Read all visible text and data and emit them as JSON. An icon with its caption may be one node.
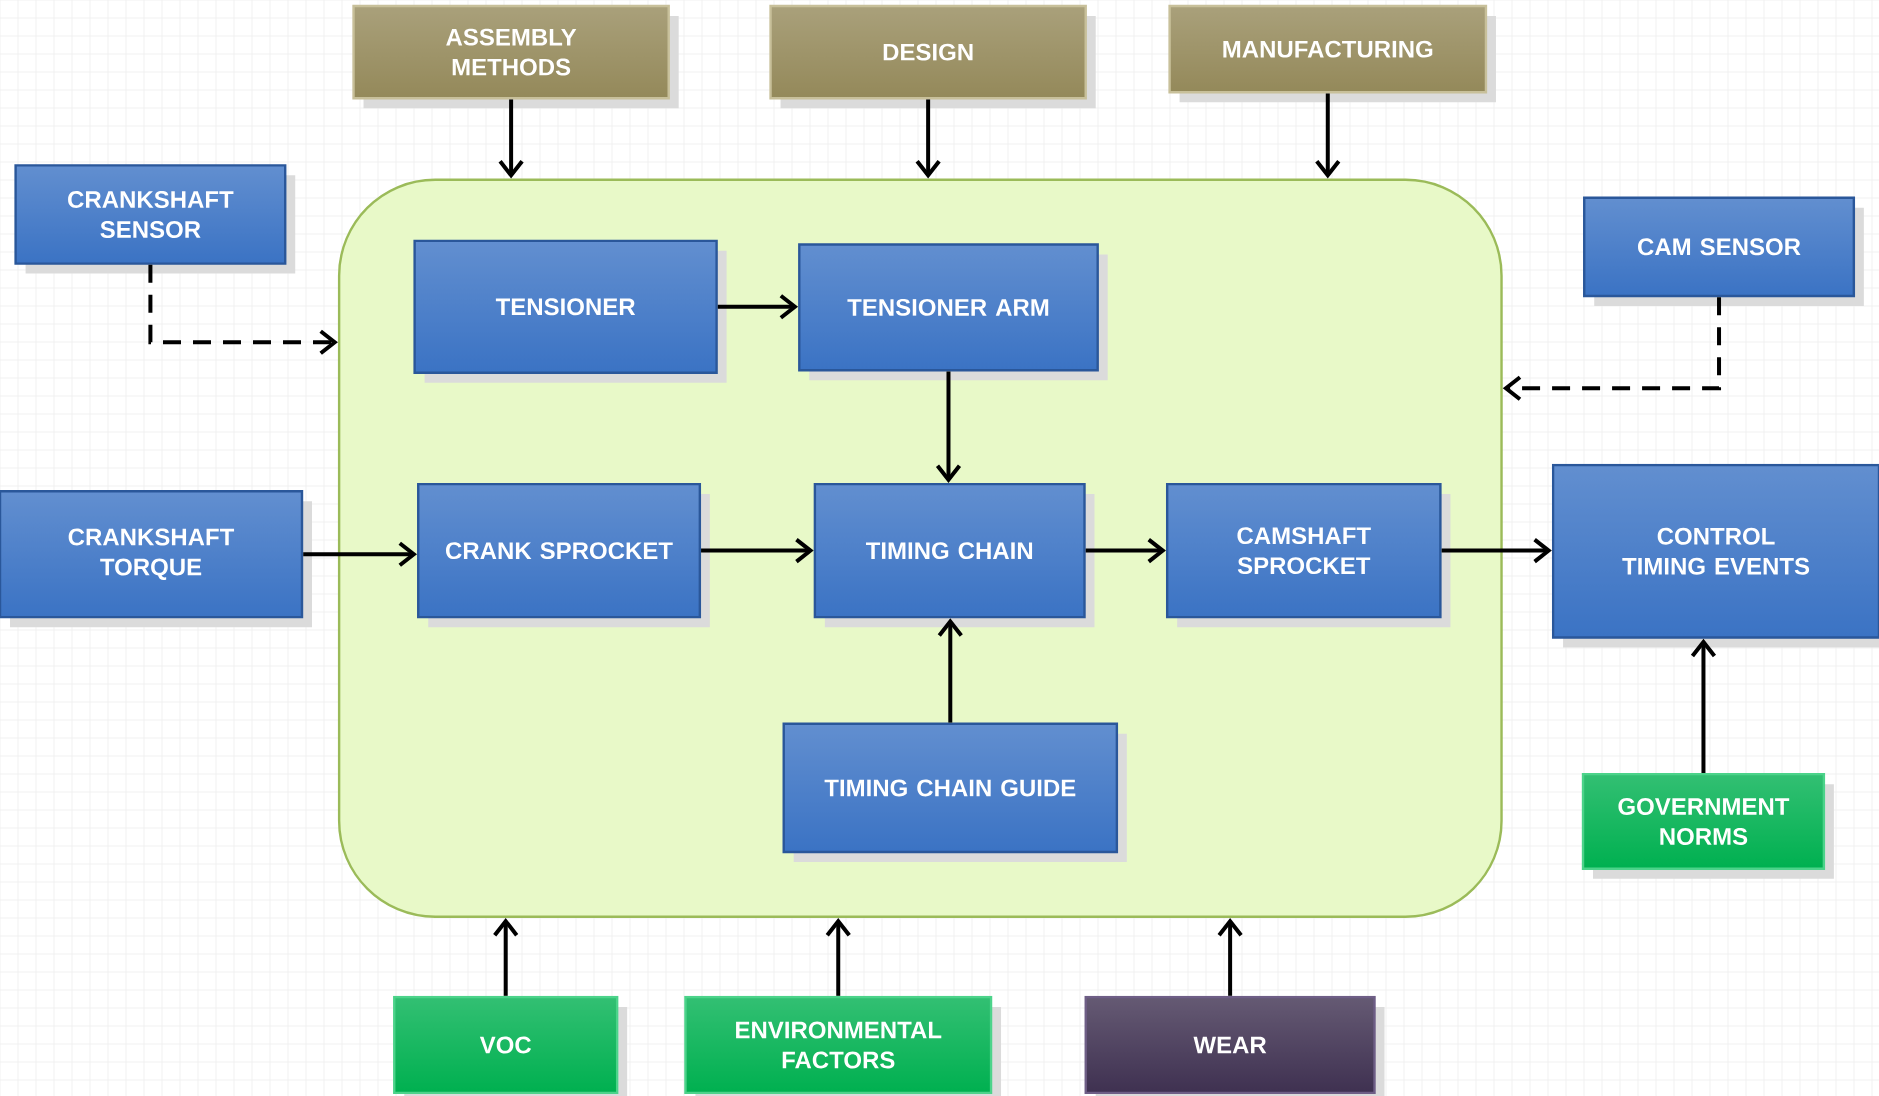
{
  "diagram": {
    "nodes": [
      {
        "text": [
          "ASSEMBLY METHODS"
        ]
      },
      {
        "text": [
          "DESIGN"
        ]
      },
      {
        "text": [
          "MANUFACTURING"
        ]
      },
      {
        "text": [
          "CRANKSHAFT SENSOR"
        ]
      },
      {
        "text": [],
        "shape": "box"
      },
      {
        "text": [
          "TENSIONER"
        ],
        "in": 4
      },
      {
        "text": [
          "TENSIONER ARM"
        ],
        "in": 4
      },
      {
        "text": [
          "CAM SENSOR"
        ]
      },
      {
        "text": [
          "CRANKSHAFT TORQUE"
        ]
      },
      {
        "text": [
          "CRANK SPROCKET"
        ],
        "in": 4
      },
      {
        "text": [
          "TIMING CHAIN"
        ],
        "in": 4
      },
      {
        "text": [
          "CAMSHAFT SPROCKET"
        ],
        "in": 4
      },
      {
        "text": [
          "CONTROL TIMING EVENTS"
        ]
      },
      {
        "text": [
          "TIMING CHAIN GUIDE"
        ],
        "in": 4
      },
      {
        "text": [
          "GOVERNMENT NORMS"
        ]
      },
      {
        "text": [
          "VOC"
        ]
      },
      {
        "text": [
          "ENVIRONMENTAL FACTORS"
        ]
      },
      {
        "text": [
          "WEAR"
        ]
      }
    ],
    "edges": [
      {
        "from": 0,
        "to": 4,
        "arrow": "to"
      },
      {
        "from": 1,
        "to": 4,
        "arrow": "to"
      },
      {
        "from": 2,
        "to": 4,
        "arrow": "to"
      },
      {
        "from": 3,
        "to": 4,
        "arrow": "to",
        "style": "dashed"
      },
      {
        "from": 7,
        "to": 4,
        "arrow": "to",
        "style": "dashed"
      },
      {
        "from": 5,
        "to": 6,
        "arrow": "to"
      },
      {
        "from": 6,
        "to": 10,
        "arrow": "to"
      },
      {
        "from": 8,
        "to": 9,
        "arrow": "to"
      },
      {
        "from": 9,
        "to": 10,
        "arrow": "to"
      },
      {
        "from": 10,
        "to": 11,
        "arrow": "to"
      },
      {
        "from": 11,
        "to": 12,
        "arrow": "to"
      },
      {
        "from": 13,
        "to": 10,
        "arrow": "to"
      },
      {
        "from": 14,
        "to": 12,
        "arrow": "to"
      },
      {
        "from": 15,
        "to": 4,
        "arrow": "to"
      },
      {
        "from": 16,
        "to": 4,
        "arrow": "to"
      },
      {
        "from": 17,
        "to": 4,
        "arrow": "to"
      }
    ]
  }
}
